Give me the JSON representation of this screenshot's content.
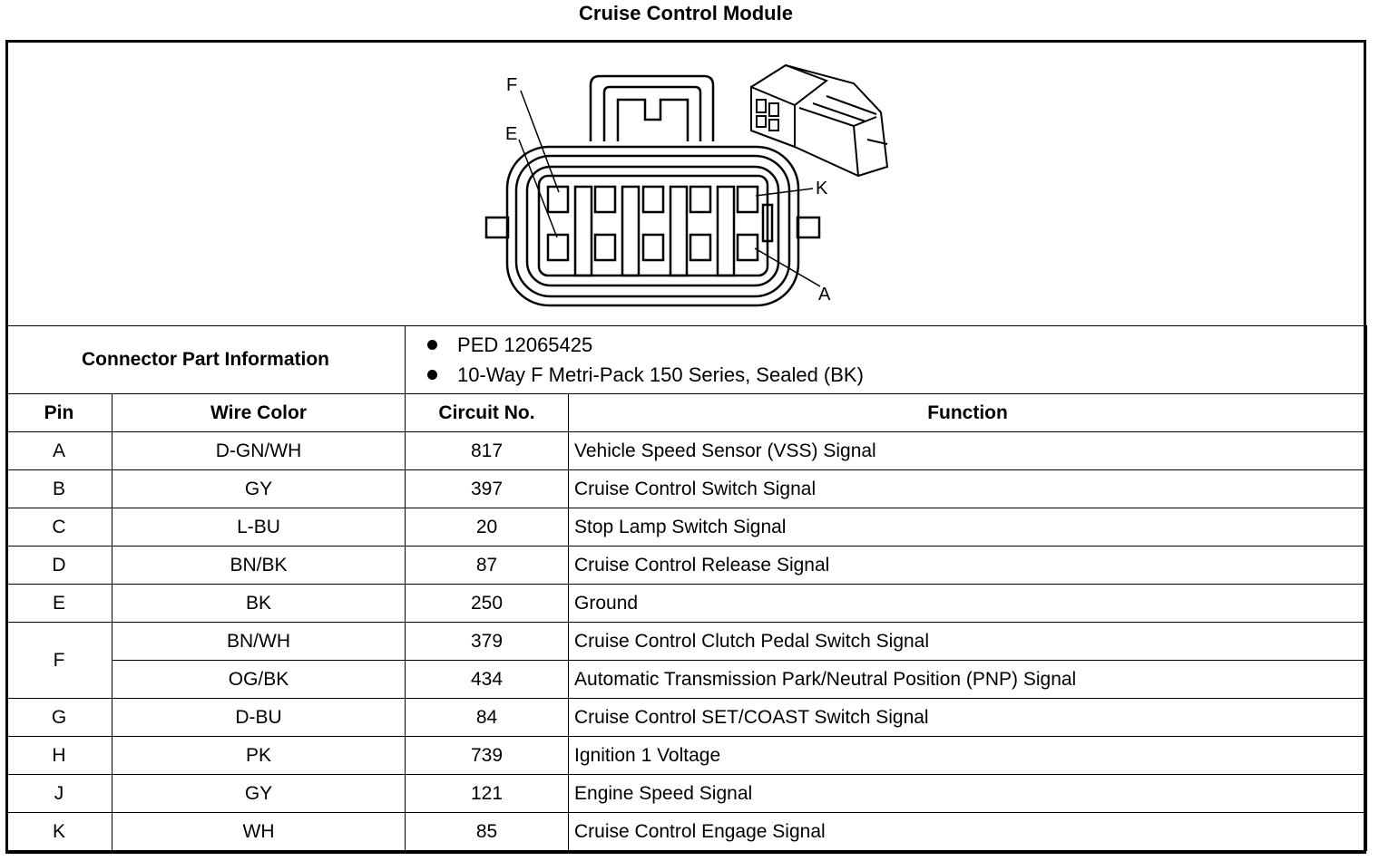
{
  "title": "Cruise Control Module",
  "connector_labels": {
    "F": "F",
    "E": "E",
    "K": "K",
    "A": "A"
  },
  "connector_info": {
    "label": "Connector Part Information",
    "items": [
      "PED 12065425",
      "10-Way F Metri-Pack 150 Series, Sealed (BK)"
    ]
  },
  "columns": {
    "pin": "Pin",
    "wire_color": "Wire Color",
    "circuit_no": "Circuit No.",
    "function": "Function"
  },
  "rows": [
    {
      "pin": "A",
      "wire_color": "D-GN/WH",
      "circuit_no": "817",
      "function": "Vehicle Speed Sensor (VSS) Signal"
    },
    {
      "pin": "B",
      "wire_color": "GY",
      "circuit_no": "397",
      "function": "Cruise Control Switch Signal"
    },
    {
      "pin": "C",
      "wire_color": "L-BU",
      "circuit_no": "20",
      "function": "Stop Lamp Switch Signal"
    },
    {
      "pin": "D",
      "wire_color": "BN/BK",
      "circuit_no": "87",
      "function": "Cruise Control Release Signal"
    },
    {
      "pin": "E",
      "wire_color": "BK",
      "circuit_no": "250",
      "function": "Ground"
    },
    {
      "pin": "F",
      "wire_color": "BN/WH",
      "circuit_no": "379",
      "function": "Cruise Control Clutch Pedal Switch Signal"
    },
    {
      "pin": "",
      "wire_color": "OG/BK",
      "circuit_no": "434",
      "function": "Automatic Transmission Park/Neutral Position (PNP) Signal"
    },
    {
      "pin": "G",
      "wire_color": "D-BU",
      "circuit_no": "84",
      "function": "Cruise Control SET/COAST Switch Signal"
    },
    {
      "pin": "H",
      "wire_color": "PK",
      "circuit_no": "739",
      "function": "Ignition 1 Voltage"
    },
    {
      "pin": "J",
      "wire_color": "GY",
      "circuit_no": "121",
      "function": "Engine Speed Signal"
    },
    {
      "pin": "K",
      "wire_color": "WH",
      "circuit_no": "85",
      "function": "Cruise Control Engage Signal"
    }
  ]
}
